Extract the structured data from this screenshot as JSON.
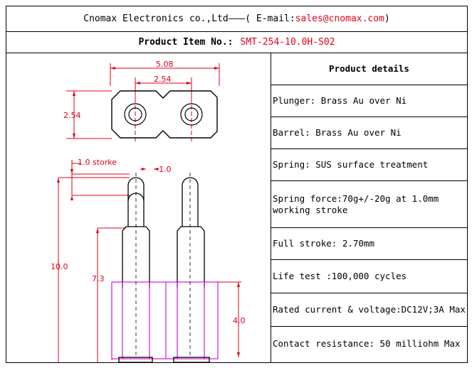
{
  "header": {
    "company": "Cnomax Electronics co.,Ltd———( E-mail: ",
    "email": "sales@cnomax.com",
    "closing": ")",
    "item_label": "Product Item No.:",
    "item_number": "SMT-254-10.0H-S02"
  },
  "details": {
    "title": "Product details",
    "rows": [
      "Plunger: Brass Au over Ni",
      "Barrel: Brass Au over Ni",
      "Spring: SUS surface treatment",
      "Spring force:70g+/-20g at 1.0mm working stroke",
      "Full stroke: 2.70mm",
      "Life test :100,000 cycles",
      "Rated current & voltage:DC12V;3A Max",
      "Contact resistance: 50 milliohm Max"
    ]
  },
  "drawing": {
    "dim_width_total": "5.08",
    "dim_pitch": "2.54",
    "dim_height_top": "2.54",
    "dim_stroke_label": "1.0 storke",
    "dim_tip": "1.0",
    "dim_total_height": "10.0",
    "dim_body_height": "7.3",
    "dim_base_height": "4.0"
  },
  "colors": {
    "line": "#000000",
    "dimension": "#e0001a",
    "housing": "#d100d1",
    "email": "#e0001a"
  }
}
